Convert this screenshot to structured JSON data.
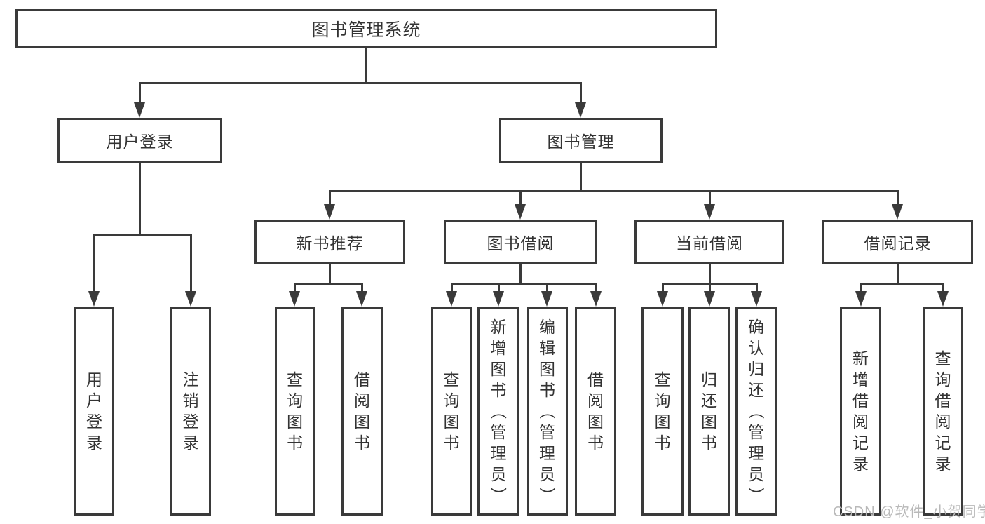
{
  "diagram": {
    "title": "图书管理系统",
    "nodes": {
      "root": "图书管理系统",
      "user_login": "用户登录",
      "book_mgmt": "图书管理",
      "new_book_rec": "新书推荐",
      "book_borrow": "图书借阅",
      "current_borrow": "当前借阅",
      "borrow_records": "借阅记录",
      "leaf_user_login": "用户登录",
      "leaf_logout": "注销登录",
      "leaf_query_book_rec": "查询图书",
      "leaf_borrow_book_rec": "借阅图书",
      "leaf_query_book_borrow": "查询图书",
      "leaf_add_book": "新增图书（管理员）",
      "leaf_edit_book": "编辑图书（管理员）",
      "leaf_borrow_book_borrow": "借阅图书",
      "leaf_query_book_current": "查询图书",
      "leaf_return_book": "归还图书",
      "leaf_confirm_return": "确认归还（管理员）",
      "leaf_add_borrow_record": "新增借阅记录",
      "leaf_query_borrow_record": "查询借阅记录"
    },
    "colors": {
      "line": "#3a3a3a",
      "text": "#333333",
      "background": "#ffffff",
      "watermark": "#b9b9b9"
    }
  },
  "watermark": "CSDN @软件_小贺同学"
}
